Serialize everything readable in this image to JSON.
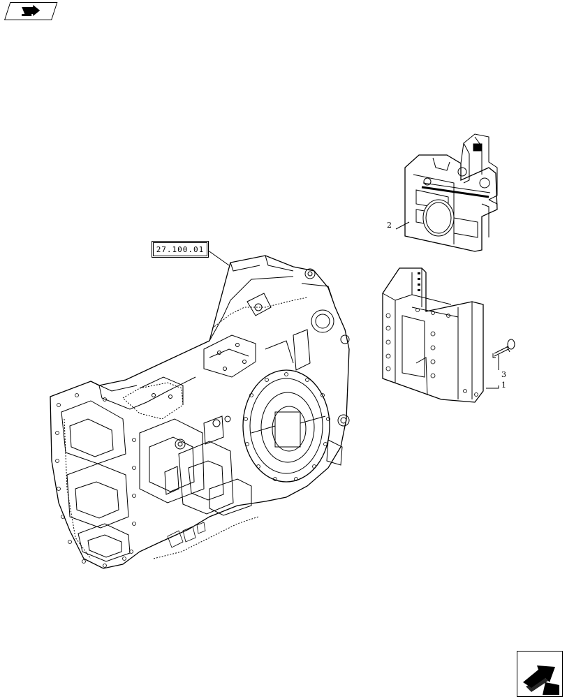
{
  "diagram": {
    "reference_label": "27.100.01",
    "callouts": [
      {
        "id": "callout-1",
        "text": "1"
      },
      {
        "id": "callout-2",
        "text": "2"
      },
      {
        "id": "callout-3",
        "text": "3"
      }
    ]
  },
  "navigation": {
    "top_left_icon": "book-arrow-icon",
    "bottom_right_icon": "next-page-arrow-icon"
  },
  "colors": {
    "line": "#000000",
    "background": "#ffffff"
  }
}
